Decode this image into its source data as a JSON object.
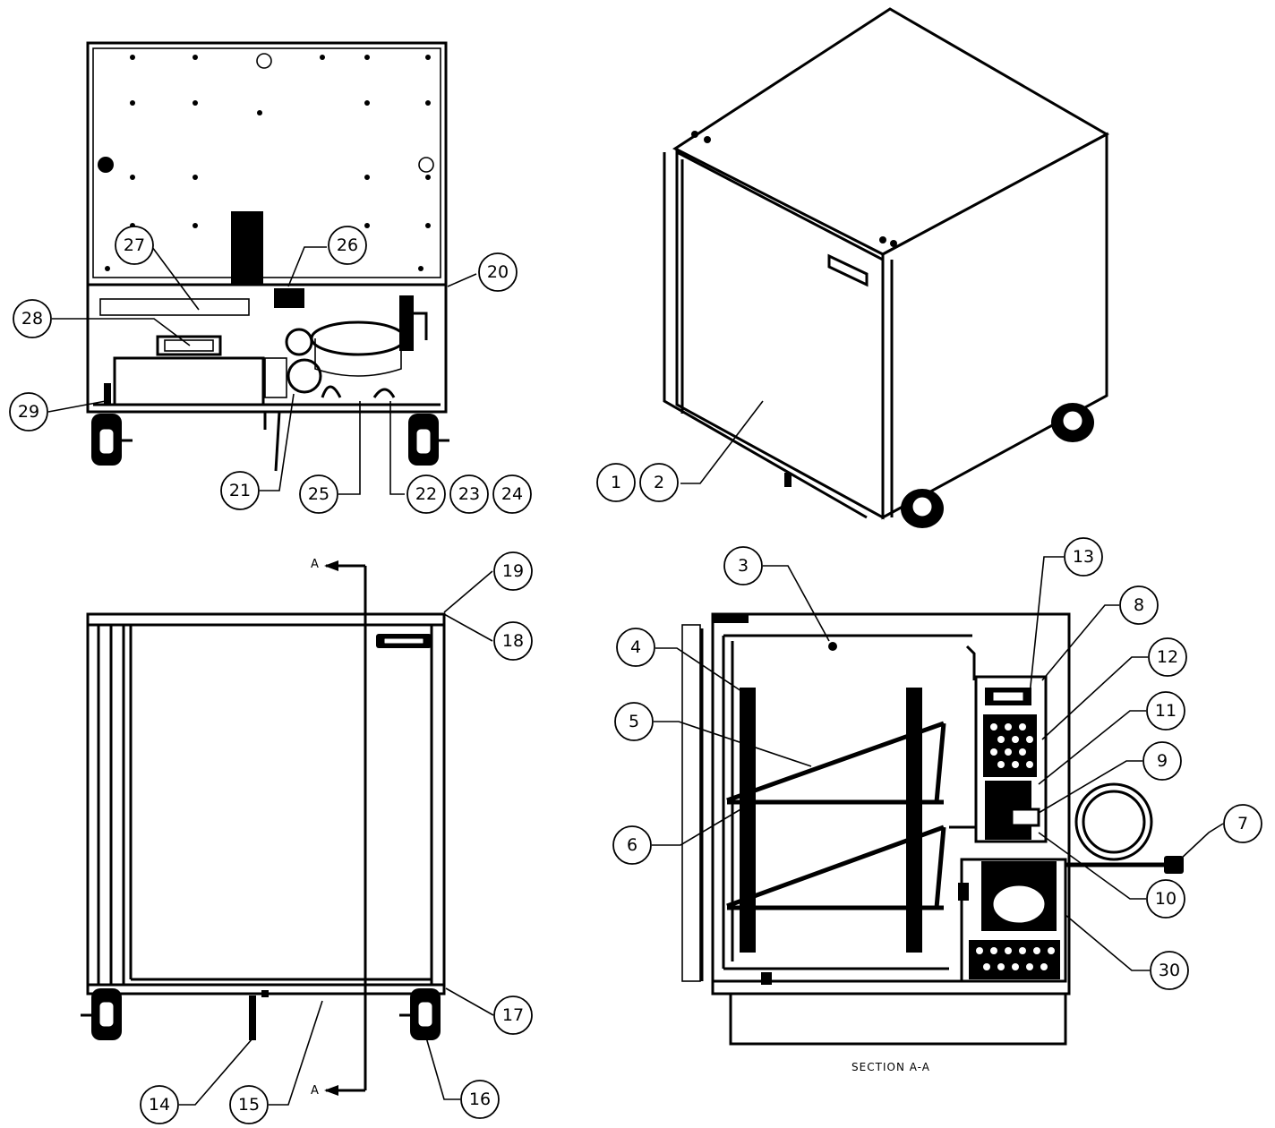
{
  "drawing": {
    "section_caption": "SECTION A-A",
    "section_marker": "A"
  },
  "balloons": [
    {
      "id": "b1",
      "label": "1"
    },
    {
      "id": "b2",
      "label": "2"
    },
    {
      "id": "b3",
      "label": "3"
    },
    {
      "id": "b4",
      "label": "4"
    },
    {
      "id": "b5",
      "label": "5"
    },
    {
      "id": "b6",
      "label": "6"
    },
    {
      "id": "b7",
      "label": "7"
    },
    {
      "id": "b8",
      "label": "8"
    },
    {
      "id": "b9",
      "label": "9"
    },
    {
      "id": "b10",
      "label": "10"
    },
    {
      "id": "b11",
      "label": "11"
    },
    {
      "id": "b12",
      "label": "12"
    },
    {
      "id": "b13",
      "label": "13"
    },
    {
      "id": "b14",
      "label": "14"
    },
    {
      "id": "b15",
      "label": "15"
    },
    {
      "id": "b16",
      "label": "16"
    },
    {
      "id": "b17",
      "label": "17"
    },
    {
      "id": "b18",
      "label": "18"
    },
    {
      "id": "b19",
      "label": "19"
    },
    {
      "id": "b20",
      "label": "20"
    },
    {
      "id": "b21",
      "label": "21"
    },
    {
      "id": "b22",
      "label": "22"
    },
    {
      "id": "b23",
      "label": "23"
    },
    {
      "id": "b24",
      "label": "24"
    },
    {
      "id": "b25",
      "label": "25"
    },
    {
      "id": "b26",
      "label": "26"
    },
    {
      "id": "b27",
      "label": "27"
    },
    {
      "id": "b28",
      "label": "28"
    },
    {
      "id": "b29",
      "label": "29"
    },
    {
      "id": "b30",
      "label": "30"
    }
  ]
}
